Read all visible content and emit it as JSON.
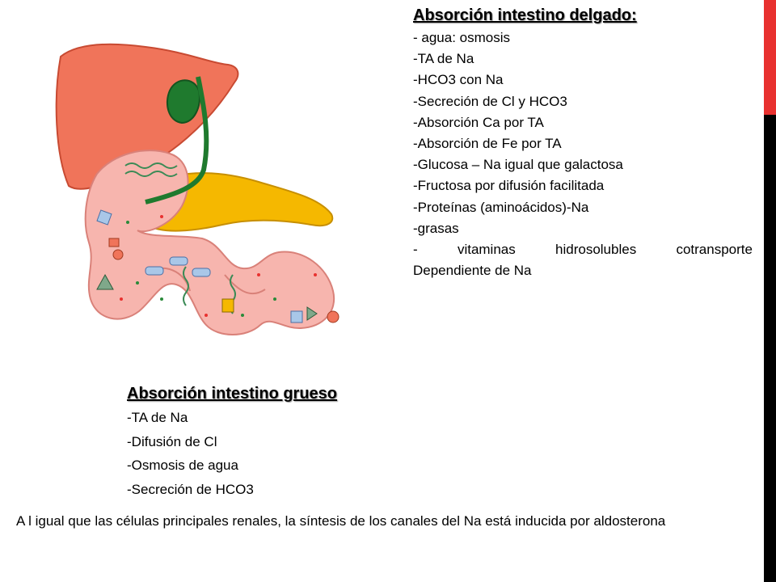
{
  "small_intestine": {
    "title": "Absorción intestino delgado",
    "title_suffix": ":",
    "items": [
      "- agua: osmosis",
      "-TA de Na",
      "-HCO3 con Na",
      "-Secreción de Cl y HCO3",
      "-Absorción Ca por TA",
      "-Absorción de Fe por TA",
      "-Glucosa – Na igual que galactosa",
      "-Fructosa por difusión facilitada",
      "-Proteínas (aminoácidos)-Na",
      "-grasas"
    ],
    "vitamins_words": [
      "-",
      "vitaminas",
      "hidrosolubles",
      "cotransporte"
    ],
    "vitamins_cont": "Dependiente de Na"
  },
  "large_intestine": {
    "title": "Absorción intestino grueso",
    "items": [
      "-TA de Na",
      "-Difusión de Cl",
      "-Osmosis de agua",
      "-Secreción de HCO3"
    ]
  },
  "note": "A l igual que las células principales renales, la síntesis de los canales del Na está inducida por aldosterona",
  "colors": {
    "liver": "#f0745a",
    "gallbladder": "#1f7a2e",
    "pancreas": "#f5b800",
    "intestine": "#f7b5ae",
    "accent_red": "#e8312f"
  }
}
